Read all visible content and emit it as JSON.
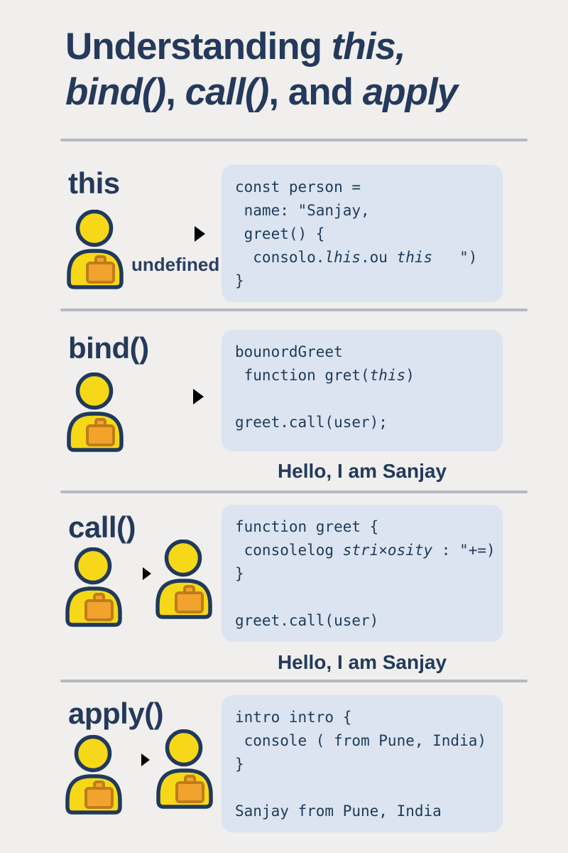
{
  "title": {
    "line1": [
      {
        "t": "Understanding ",
        "i": false
      },
      {
        "t": "this,",
        "i": true
      }
    ],
    "line2": [
      {
        "t": "bind()",
        "i": true
      },
      {
        "t": ", ",
        "i": false
      },
      {
        "t": "call()",
        "i": true
      },
      {
        "t": ", and ",
        "i": false
      },
      {
        "t": "apply",
        "i": true
      }
    ]
  },
  "colors": {
    "background": "#f0efed",
    "heading_text": "#24395b",
    "code_bg": "#dbe4f0",
    "code_text": "#1f3a5a",
    "divider": "#b5b9c2",
    "person_yellow": "#f6d818",
    "person_outline": "#20395c",
    "badge_orange": "#f1a32e",
    "badge_outline": "#bf7c19",
    "arrow": "#20395c",
    "result_text": "#223a5c",
    "label_text": "#2a3f63"
  },
  "icons": {
    "person": "person-icon",
    "arrow": "arrow-right-icon"
  },
  "sections": [
    {
      "heading": "this",
      "diagram_label": "undefined",
      "code": [
        [
          {
            "t": "const person ="
          }
        ],
        [
          {
            "t": " name: \"Sanjay,"
          }
        ],
        [
          {
            "t": " greet() {"
          }
        ],
        [
          {
            "t": "  consolo."
          },
          {
            "t": "lhis",
            "i": true
          },
          {
            "t": ".ou "
          },
          {
            "t": "this",
            "i": true
          },
          {
            "t": "   \")"
          }
        ],
        [
          {
            "t": "}"
          }
        ]
      ]
    },
    {
      "heading": "bind()",
      "code": [
        [
          {
            "t": "bounordGreet"
          }
        ],
        [
          {
            "t": " function gret("
          },
          {
            "t": "this",
            "i": true
          },
          {
            "t": ")"
          }
        ],
        [],
        [
          {
            "t": "greet.call(user);"
          }
        ]
      ],
      "result": "Hello, I am Sanjay"
    },
    {
      "heading": "call()",
      "code": [
        [
          {
            "t": "function greet {"
          }
        ],
        [
          {
            "t": " consolelog "
          },
          {
            "t": "stri×osity",
            "i": true
          },
          {
            "t": " : \"+=)"
          }
        ],
        [
          {
            "t": "}"
          }
        ],
        [],
        [
          {
            "t": "greet.call(user)"
          }
        ]
      ],
      "result": "Hello, I am Sanjay"
    },
    {
      "heading": "apply()",
      "code": [
        [
          {
            "t": "intro intro {"
          }
        ],
        [
          {
            "t": " console ( from Pune, India)"
          }
        ],
        [
          {
            "t": "}"
          }
        ],
        [],
        [
          {
            "t": "Sanjay from Pune, India"
          }
        ]
      ]
    }
  ]
}
